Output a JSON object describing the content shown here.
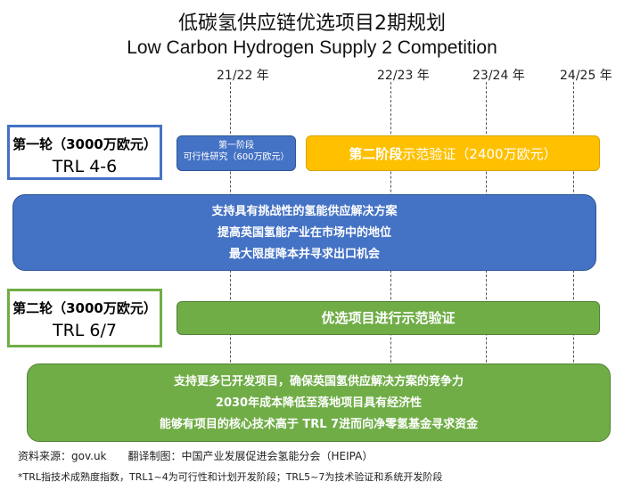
{
  "title_cn": "低碳氢供应链优选项目2期规划",
  "title_en": "Low Carbon Hydrogen Supply 2 Competition",
  "years": [
    "21/22 年",
    "22/23 年",
    "23/24 年",
    "24/25 年"
  ],
  "round1": {
    "name": "第一轮（3000万欧元）",
    "trl": "TRL 4-6",
    "phase1_title": "第一阶段",
    "phase1_sub": "可行性研究（600万欧元）",
    "phase2_bold": "第二阶段",
    "phase2_rest": "示范验证（2400万欧元）",
    "goals": [
      "支持具有挑战性的氢能供应解决方案",
      "提高英国氢能产业在市场中的地位",
      "最大限度降本并寻求出口机会"
    ]
  },
  "round2": {
    "name": "第二轮（3000万欧元）",
    "trl": "TRL 6/7",
    "bar": "优选项目进行示范验证",
    "goals": [
      "支持更多已开发项目，确保英国氢供应解决方案的竞争力",
      "2030年成本降低至落地项目具有经济性",
      "能够有项目的核心技术高于 TRL 7进而向净零氢基金寻求资金"
    ]
  },
  "footer": {
    "source": "资料来源：gov.uk　　翻译制图：中国产业发展促进会氢能分会（HEIPA）",
    "note": "*TRL指技术成熟度指数，TRL1~4为可行性和计划开发阶段；TRL5~7为技术验证和系统开发阶段"
  },
  "colors": {
    "blue": "#4472c4",
    "yellow": "#ffc000",
    "green": "#70ad47"
  }
}
